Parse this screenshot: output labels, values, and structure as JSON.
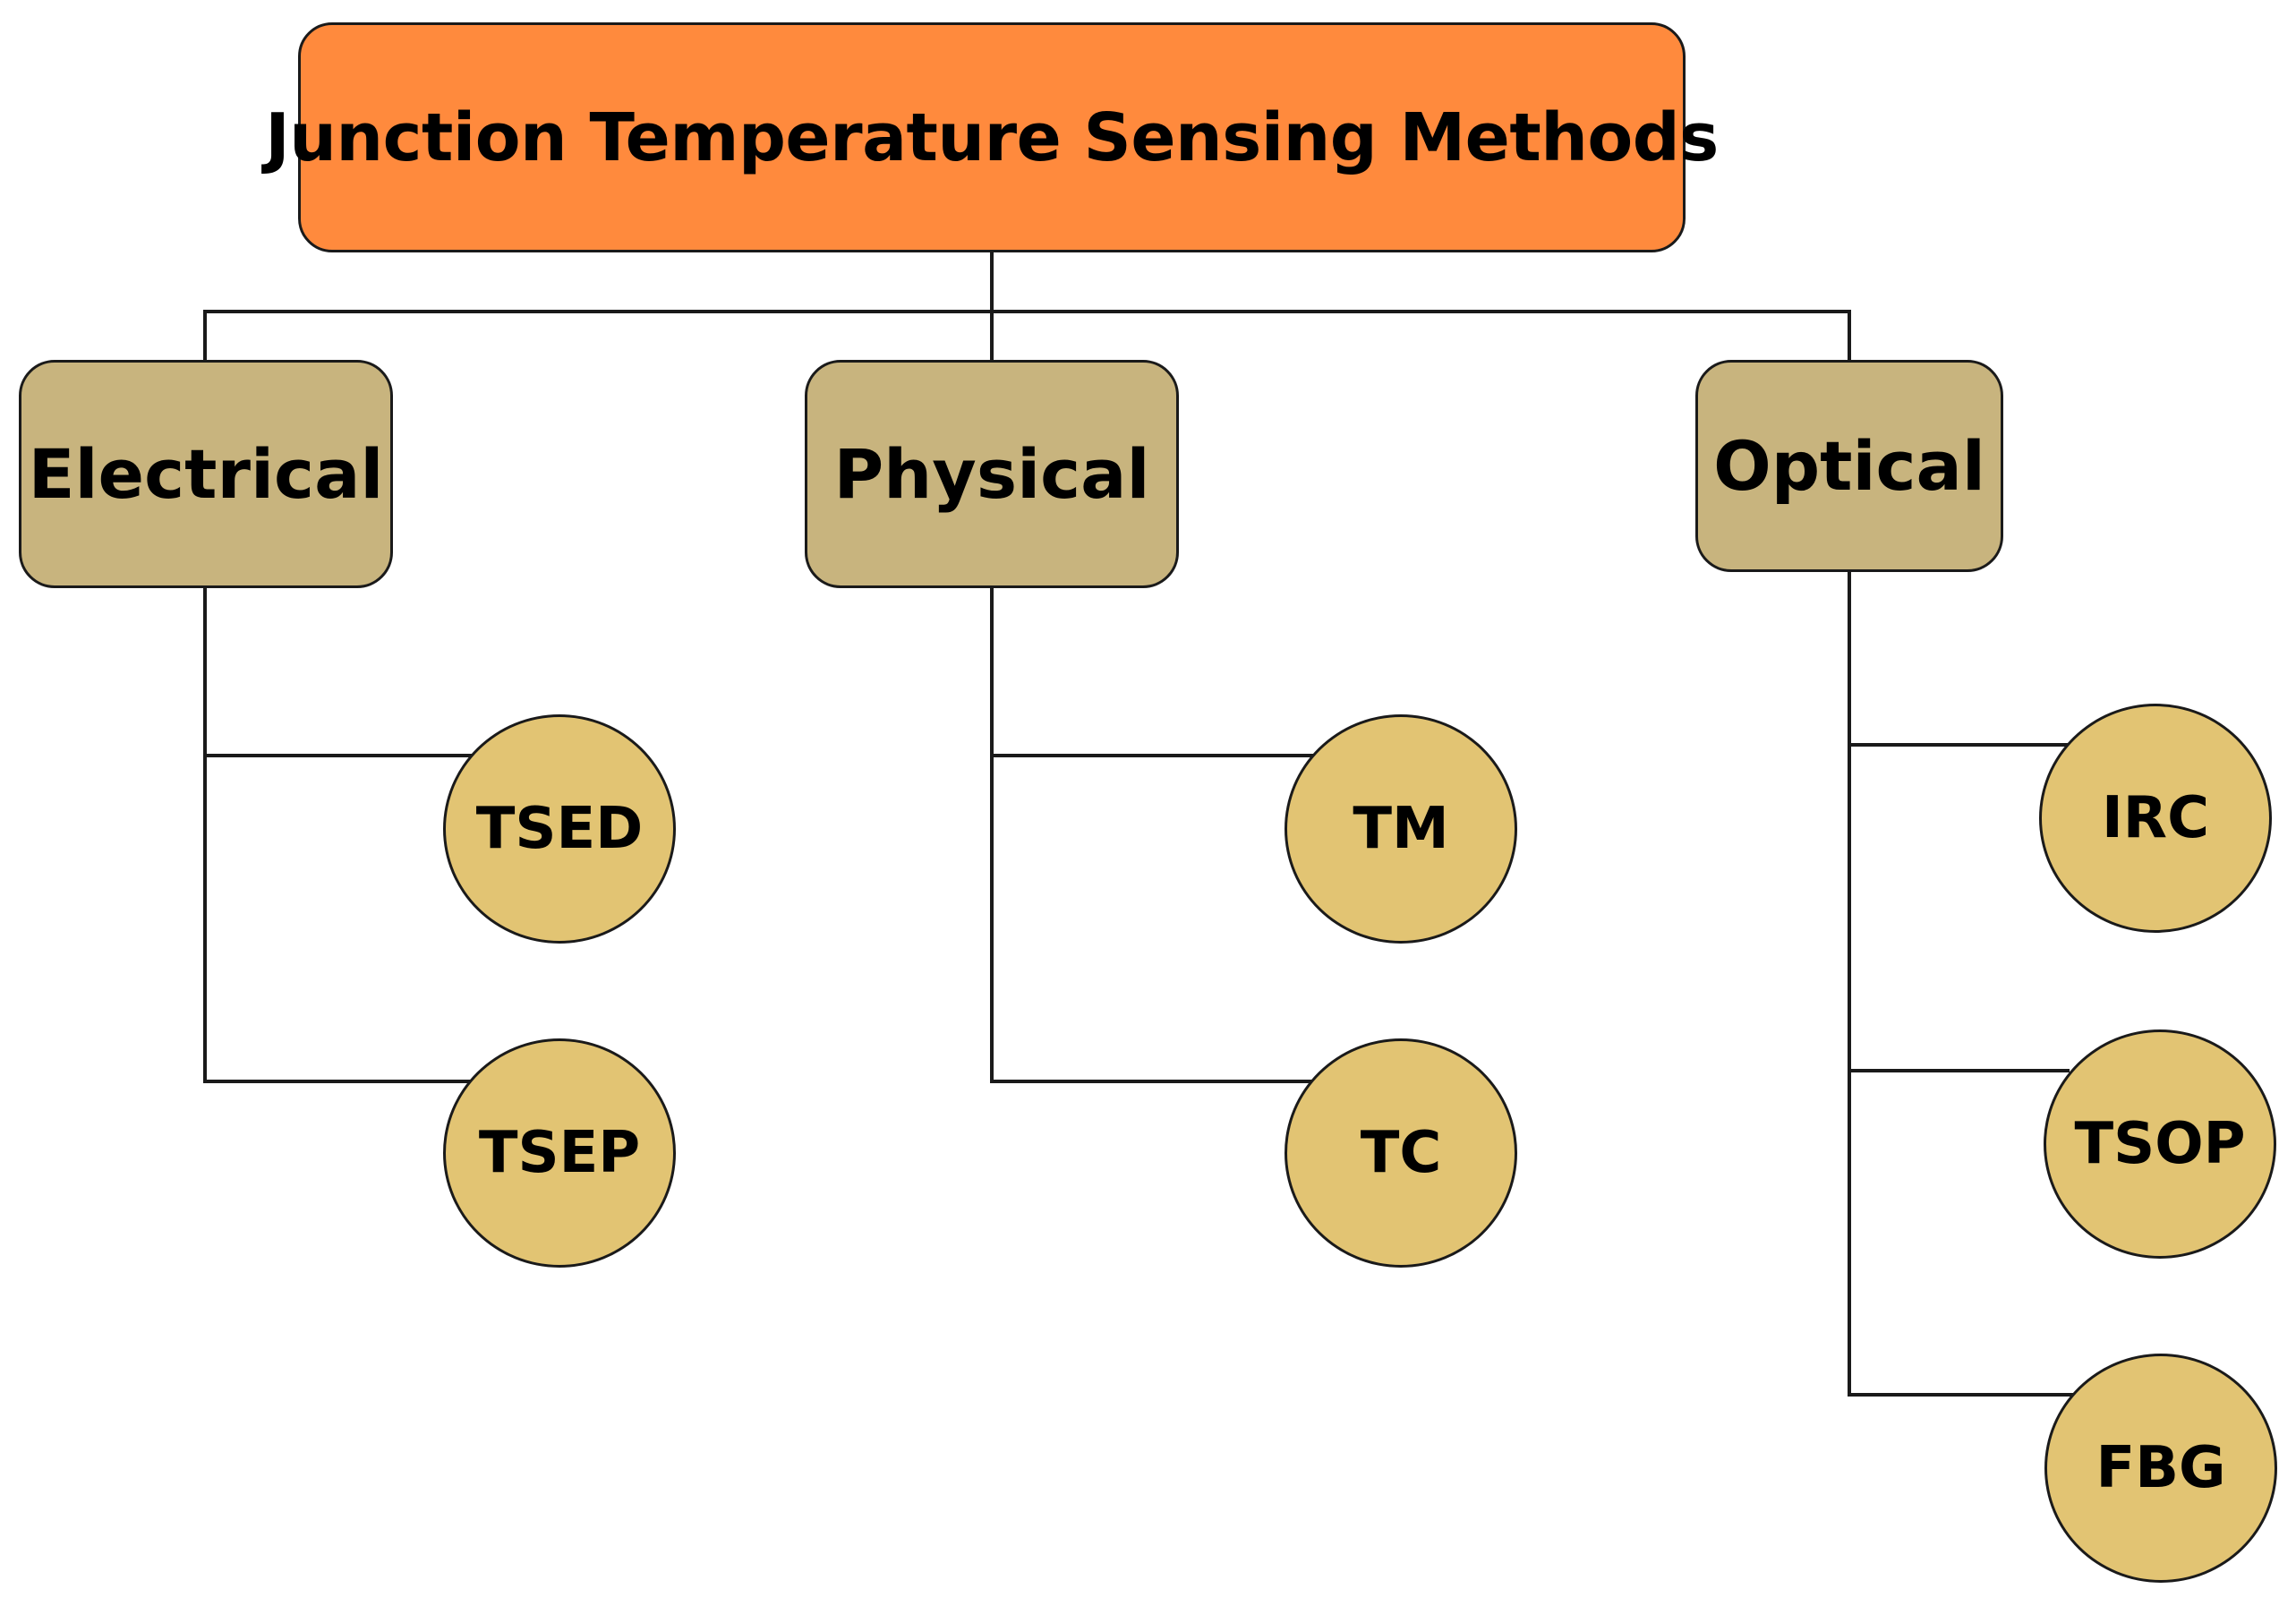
{
  "colors": {
    "root_fill": "#FF8A3D",
    "category_fill": "#C8B47E",
    "leaf_fill": "#E2C473",
    "line": "#1A1A1A"
  },
  "root": {
    "label": "Junction Temperature Sensing Methods"
  },
  "categories": [
    {
      "label": "Electrical",
      "methods": [
        "TSED",
        "TSEP"
      ]
    },
    {
      "label": "Physical",
      "methods": [
        "TM",
        "TC"
      ]
    },
    {
      "label": "Optical",
      "methods": [
        "IRC",
        "TSOP",
        "FBG"
      ]
    }
  ]
}
